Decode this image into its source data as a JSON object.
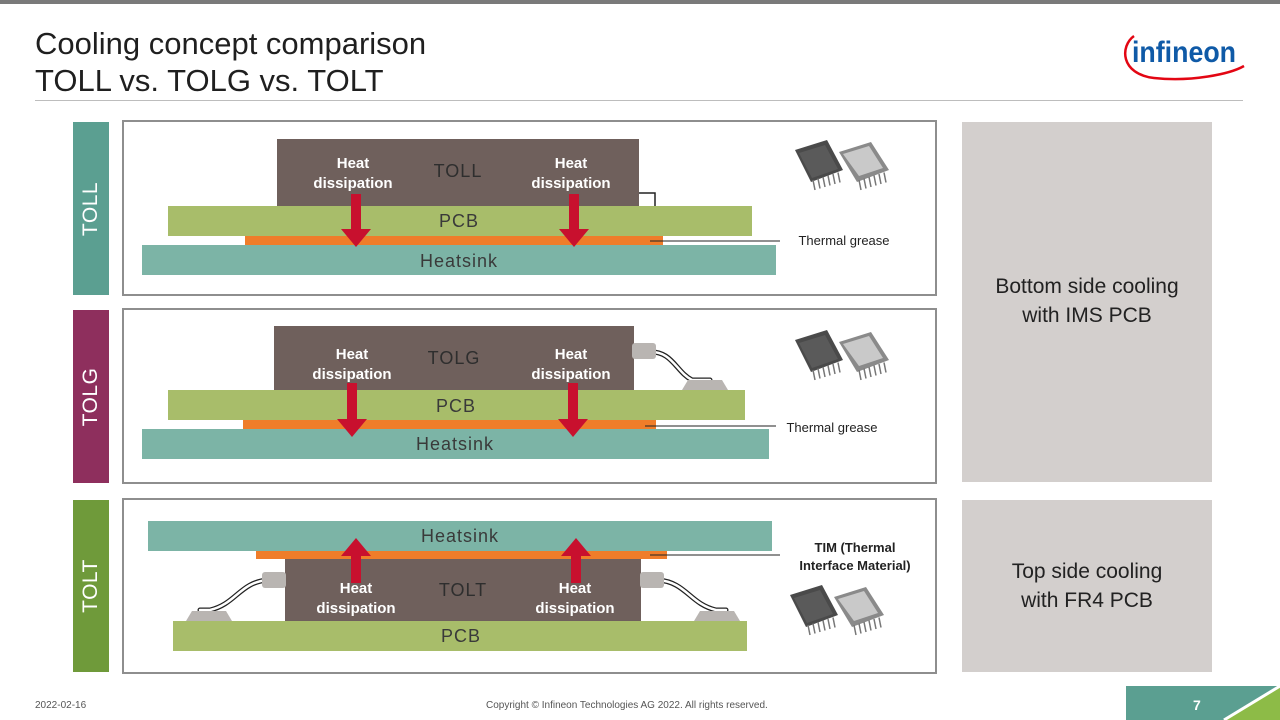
{
  "header": {
    "title_line1": "Cooling concept comparison",
    "title_line2": "TOLL vs. TOLG vs. TOLT"
  },
  "logo": {
    "text": "infineon",
    "color": "#0f5aa7",
    "swoosh_color": "#e30613"
  },
  "rows": [
    {
      "label": "TOLL",
      "color": "#5b9f91",
      "chip_label": "TOLL",
      "pcb_label": "PCB",
      "heatsink_label": "Heatsink",
      "arrow_label_left": "Heat\ndissipation",
      "arrow_label_right": "Heat\ndissipation",
      "callout": "Thermal grease",
      "arrow_direction": "down"
    },
    {
      "label": "TOLG",
      "color": "#8e2f5d",
      "chip_label": "TOLG",
      "pcb_label": "PCB",
      "heatsink_label": "Heatsink",
      "arrow_label_left": "Heat\ndissipation",
      "arrow_label_right": "Heat\ndissipation",
      "callout": "Thermal grease",
      "arrow_direction": "down"
    },
    {
      "label": "TOLT",
      "color": "#6f9a3a",
      "chip_label": "TOLT",
      "pcb_label": "PCB",
      "heatsink_label": "Heatsink",
      "arrow_label_left": "Heat\ndissipation",
      "arrow_label_right": "Heat\ndissipation",
      "callout": "TIM (Thermal\nInterface Material)",
      "arrow_direction": "up"
    }
  ],
  "summaries": [
    {
      "line1": "Bottom side cooling",
      "line2": "with IMS PCB"
    },
    {
      "line1": "Top side cooling",
      "line2": "with FR4 PCB"
    }
  ],
  "colors": {
    "chip": "#6f605c",
    "pcb": "#a8bd6a",
    "heatsink": "#7cb4a6",
    "grease": "#ef7d2a",
    "arrow": "#c8102e",
    "package_dark": "#4a4a4a",
    "package_light": "#c9c9c9"
  },
  "footer": {
    "date": "2022-02-16",
    "copyright": "Copyright © Infineon Technologies AG 2022. All rights reserved.",
    "page": "7"
  }
}
